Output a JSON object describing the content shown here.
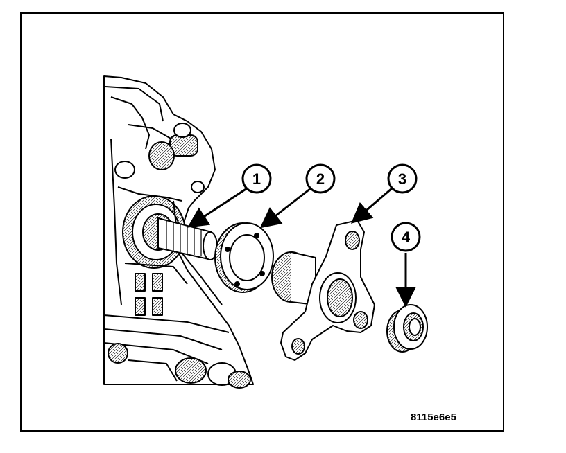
{
  "figure": {
    "id_label": "8115e6e5",
    "callouts": [
      {
        "label": "1"
      },
      {
        "label": "2"
      },
      {
        "label": "3"
      },
      {
        "label": "4"
      }
    ]
  }
}
